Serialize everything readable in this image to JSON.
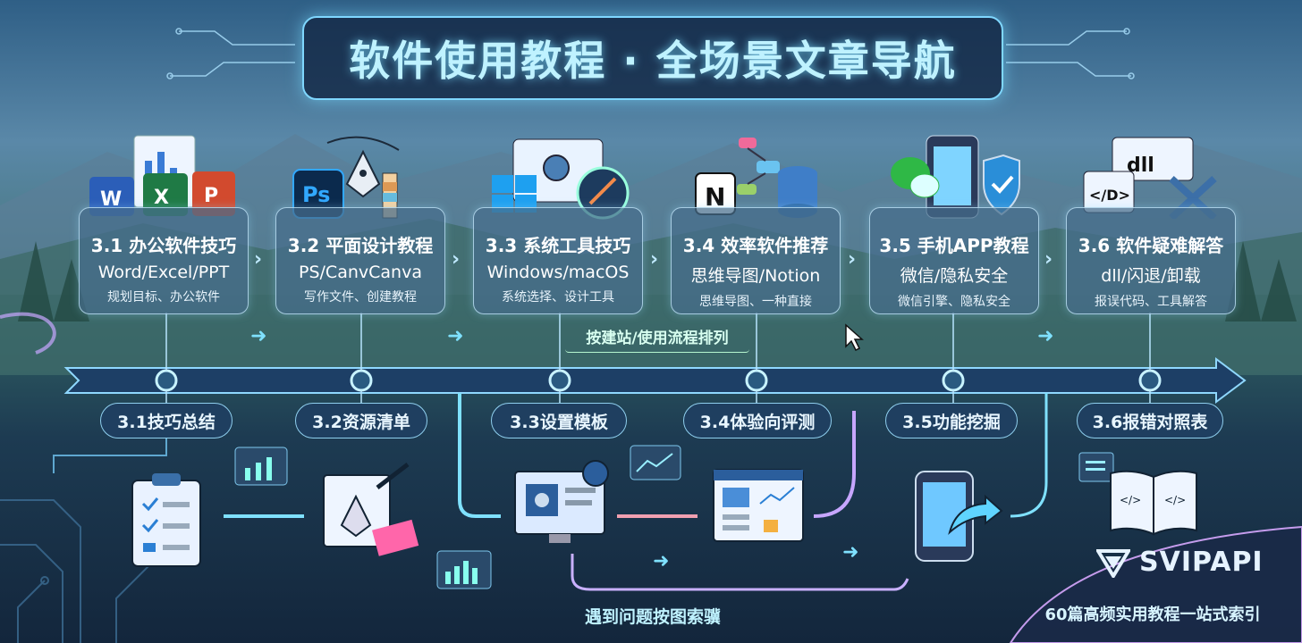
{
  "title": "软件使用教程 · 全场景文章导航",
  "cards": [
    {
      "title": "3.1 办公软件技巧",
      "sub": "Word/Excel/PPT",
      "desc": "规划目标、办公软件"
    },
    {
      "title": "3.2 平面设计教程",
      "sub": "PS/CanvCanva",
      "desc": "写作文件、创建教程"
    },
    {
      "title": "3.3 系统工具技巧",
      "sub": "Windows/macOS",
      "desc": "系统选择、设计工具"
    },
    {
      "title": "3.4 效率软件推荐",
      "sub": "思维导图/Notion",
      "desc": "思维导图、一种直接"
    },
    {
      "title": "3.5 手机APP教程",
      "sub": "微信/隐私安全",
      "desc": "微信引擎、隐私安全"
    },
    {
      "title": "3.6 软件疑难解答",
      "sub": "dll/闪退/卸载",
      "desc": "报误代码、工具解答"
    }
  ],
  "pills": [
    "3.1技巧总结",
    "3.2资源清单",
    "3.3设置模板",
    "3.4体验向评测",
    "3.5功能挖掘",
    "3.6报错对照表"
  ],
  "timeline_label": "按建站/使用流程排列",
  "bottom_label": "遇到问题按图索骥",
  "brand": "SVIPAPI",
  "footer": "60篇高频实用教程一站式索引",
  "icon_text": {
    "ps": "Ps",
    "word": "W",
    "excel": "X",
    "ppt": "P",
    "notion": "N",
    "dll": "dll",
    "code": "</D>"
  },
  "colors": {
    "accent": "#7fd7ff",
    "timeline": "#1d3f66",
    "pill_bg": "#1f3f60"
  }
}
